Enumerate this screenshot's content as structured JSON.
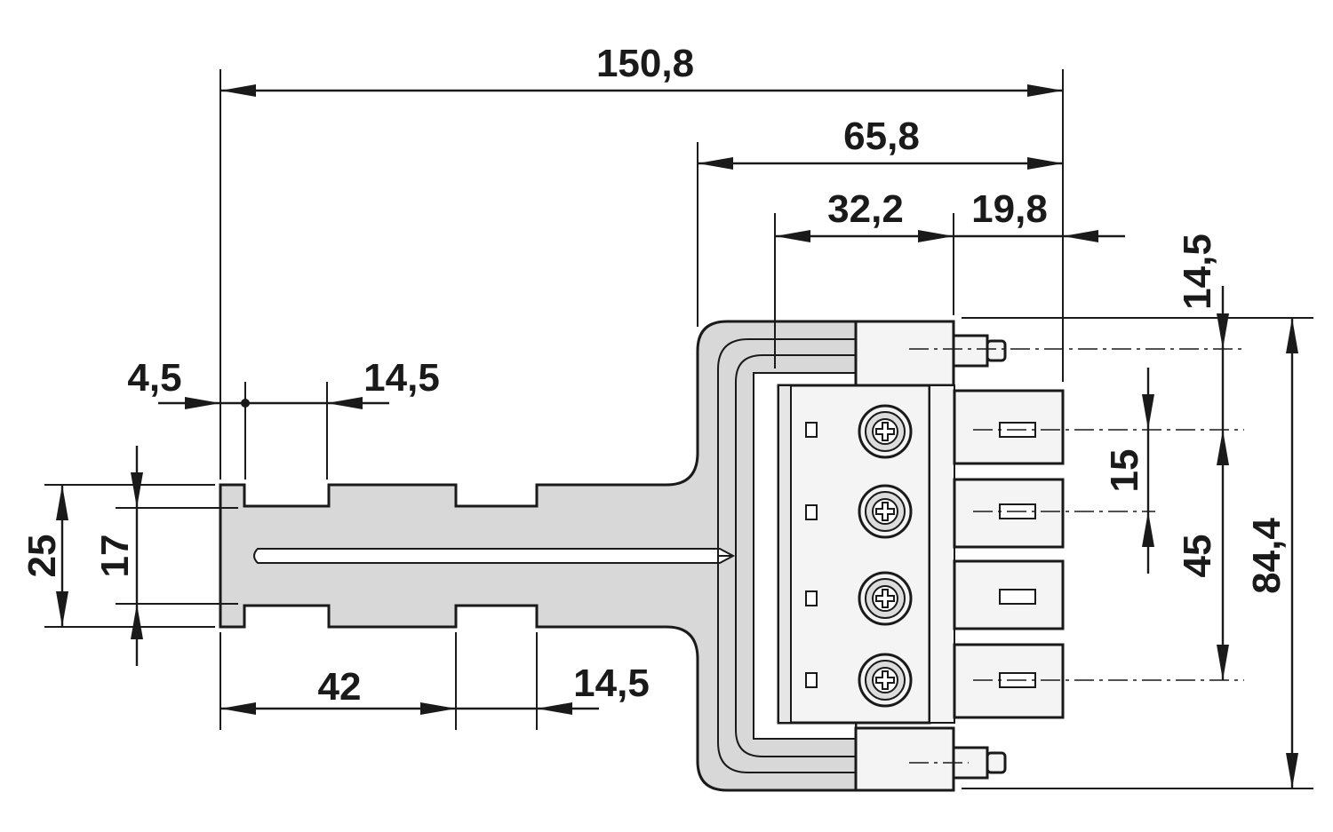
{
  "drawing": {
    "title": "",
    "dimensions": {
      "overall_length": "150,8",
      "connector_length": "65,8",
      "housing_depth": "32,2",
      "contact_length": "19,8",
      "key_tip_offset": "4,5",
      "key_notch_width_top": "14,5",
      "key_notch_width_bottom": "14,5",
      "key_notch_position": "42",
      "pin_offset": "14,5",
      "key_height_outer": "25",
      "key_height_inner": "17",
      "pitch": "15",
      "outer_pitch": "45",
      "overall_height": "84,4"
    },
    "colors": {
      "body_fill": "#d8d8d8",
      "housing_fill": "#f4f4f4",
      "line": "#1a1a1a"
    }
  }
}
